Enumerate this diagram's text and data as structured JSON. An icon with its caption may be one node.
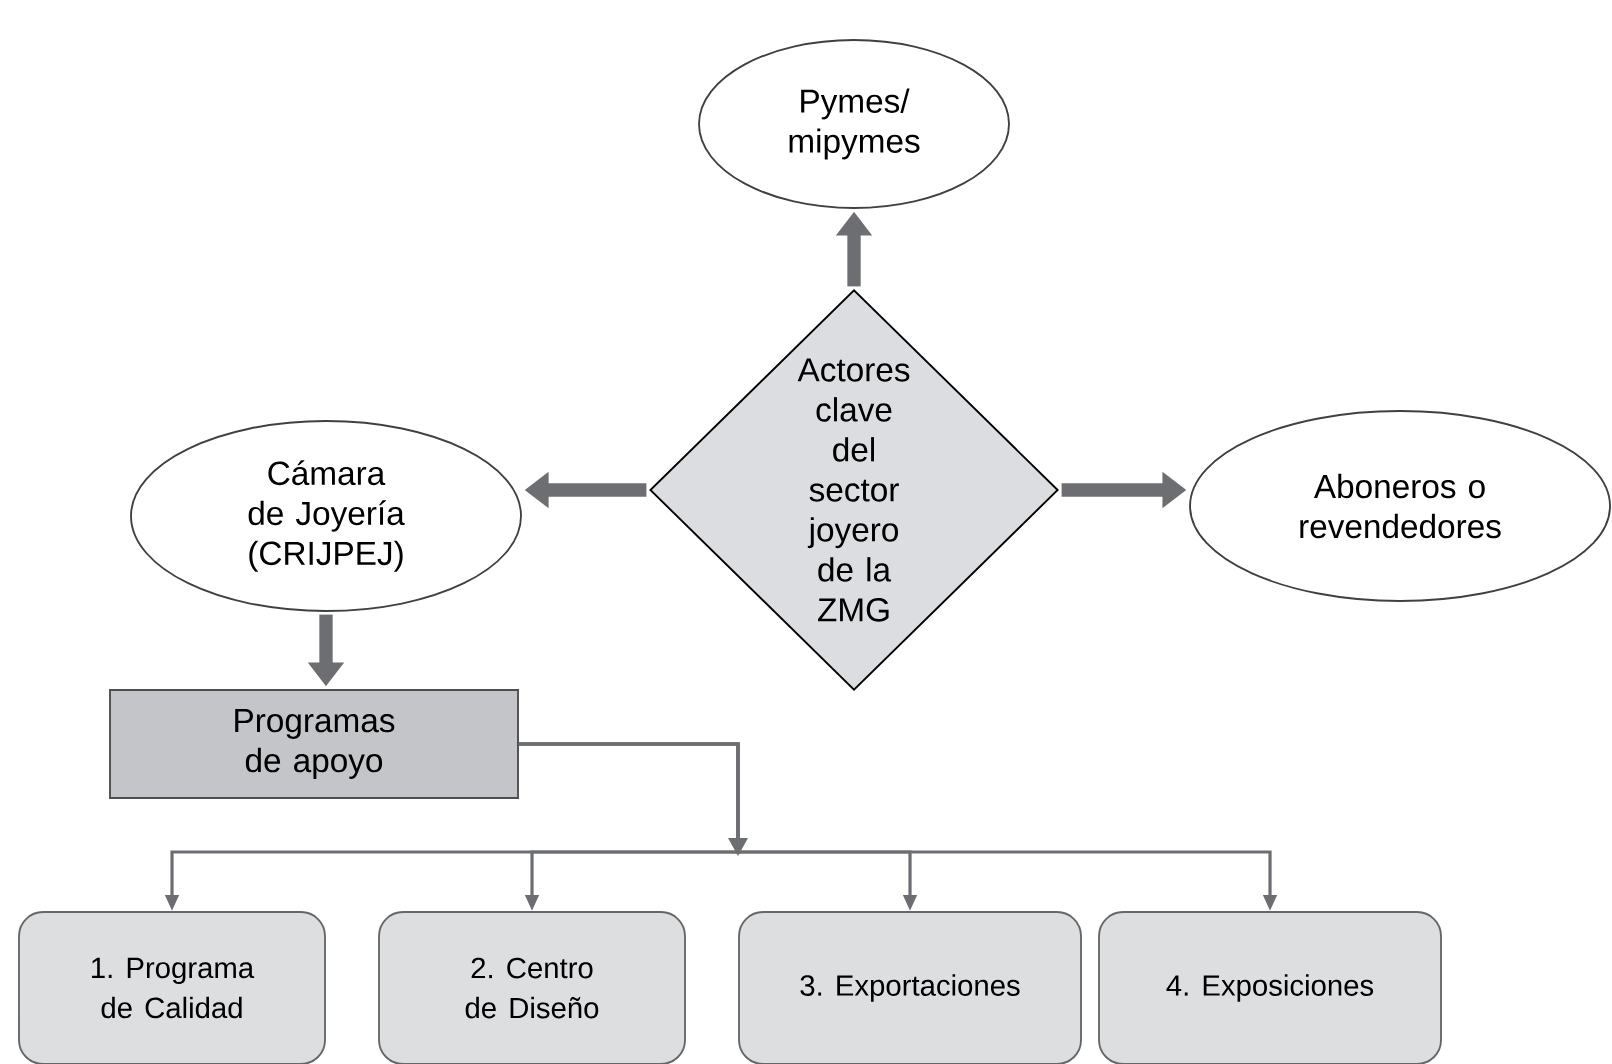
{
  "diagram": {
    "nodes": [
      {
        "text": [
          "Pymes/ mipymes"
        ]
      },
      {
        "text": [
          "Actores clave del sector joyero de la ZMG"
        ]
      },
      {
        "text": [
          "Cámara de Joyería (CRIJPEJ)"
        ]
      },
      {
        "text": [
          "Aboneros o revendedores"
        ]
      },
      {
        "text": [
          "Programas de apoyo"
        ]
      },
      {
        "text": [
          "1. Programa de Calidad"
        ]
      },
      {
        "text": [
          "2. Centro de Diseño"
        ]
      },
      {
        "text": [
          "3. Exportaciones"
        ]
      },
      {
        "text": [
          "4. Exposiciones"
        ]
      }
    ],
    "edges": [
      {
        "from": 1,
        "to": 0,
        "arrow": "to",
        "style": "thick"
      },
      {
        "from": 1,
        "to": 2,
        "arrow": "to",
        "style": "thick"
      },
      {
        "from": 1,
        "to": 3,
        "arrow": "to",
        "style": "thick"
      },
      {
        "from": 2,
        "to": 4,
        "arrow": "to",
        "style": "thick"
      },
      {
        "from": 4,
        "to": 5,
        "arrow": "to"
      },
      {
        "from": 4,
        "to": 6,
        "arrow": "to"
      },
      {
        "from": 4,
        "to": 7,
        "arrow": "to"
      },
      {
        "from": 4,
        "to": 8,
        "arrow": "to"
      }
    ]
  }
}
